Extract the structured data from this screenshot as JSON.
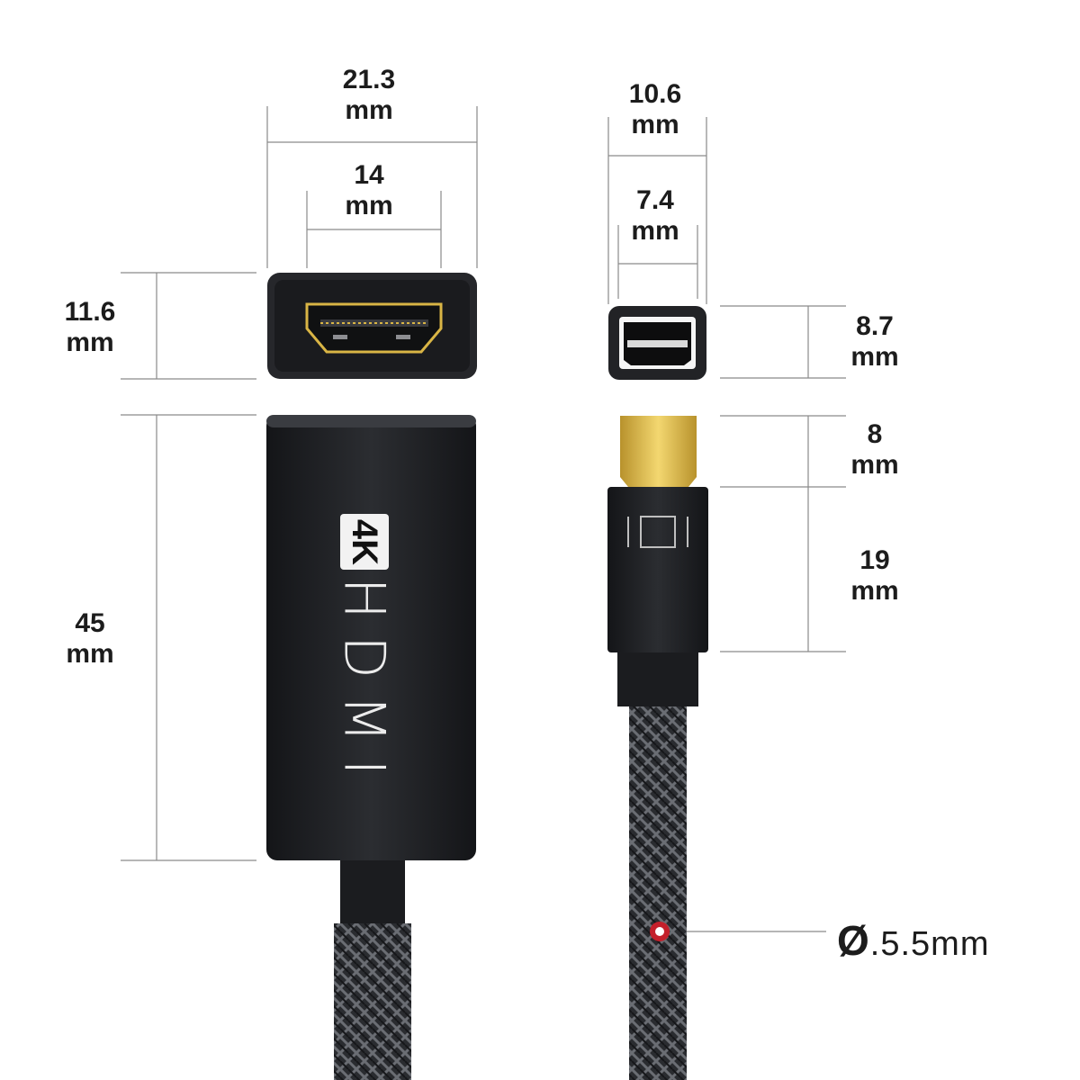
{
  "dimensions": {
    "hdmi_outer_width": {
      "value": "21.3",
      "unit": "mm"
    },
    "hdmi_inner_width": {
      "value": "14",
      "unit": "mm"
    },
    "hdmi_height": {
      "value": "11.6",
      "unit": "mm"
    },
    "hdmi_length": {
      "value": "45",
      "unit": "mm"
    },
    "mdp_outer_width": {
      "value": "10.6",
      "unit": "mm"
    },
    "mdp_inner_width": {
      "value": "7.4",
      "unit": "mm"
    },
    "mdp_height": {
      "value": "8.7",
      "unit": "mm"
    },
    "mdp_plug_length": {
      "value": "8",
      "unit": "mm"
    },
    "mdp_body_length": {
      "value": "19",
      "unit": "mm"
    },
    "cable_diameter": {
      "symbol": "Ø",
      "value": ".5.5mm"
    }
  },
  "adapter_labels": {
    "badge": "4K",
    "brand_text": "HDMI"
  },
  "colors": {
    "body_black": "#1e1f22",
    "gold": "#d9b545",
    "braid_gray": "#4a4d52",
    "marker_red": "#c4202b"
  }
}
